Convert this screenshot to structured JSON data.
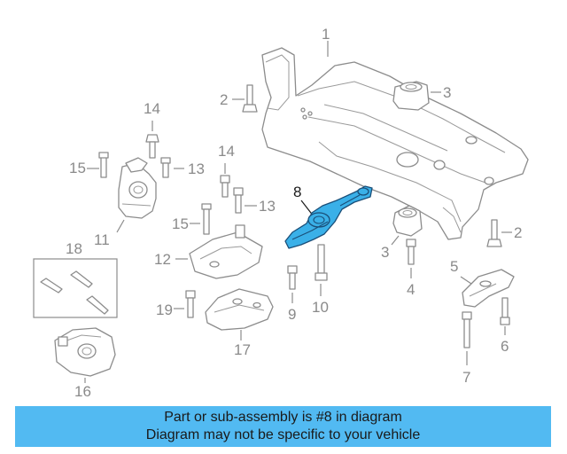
{
  "diagram": {
    "highlight_color": "#3ab0e8",
    "callouts": [
      "1",
      "2",
      "3",
      "14",
      "2",
      "15",
      "13",
      "14",
      "8",
      "15",
      "13",
      "11",
      "3",
      "18",
      "12",
      "5",
      "4",
      "19",
      "9",
      "10",
      "17",
      "6",
      "16",
      "7"
    ]
  },
  "banner": {
    "color": "#52baf2",
    "line1": "Part or sub-assembly is #8 in diagram",
    "line2": "Diagram may not be specific to your vehicle"
  }
}
